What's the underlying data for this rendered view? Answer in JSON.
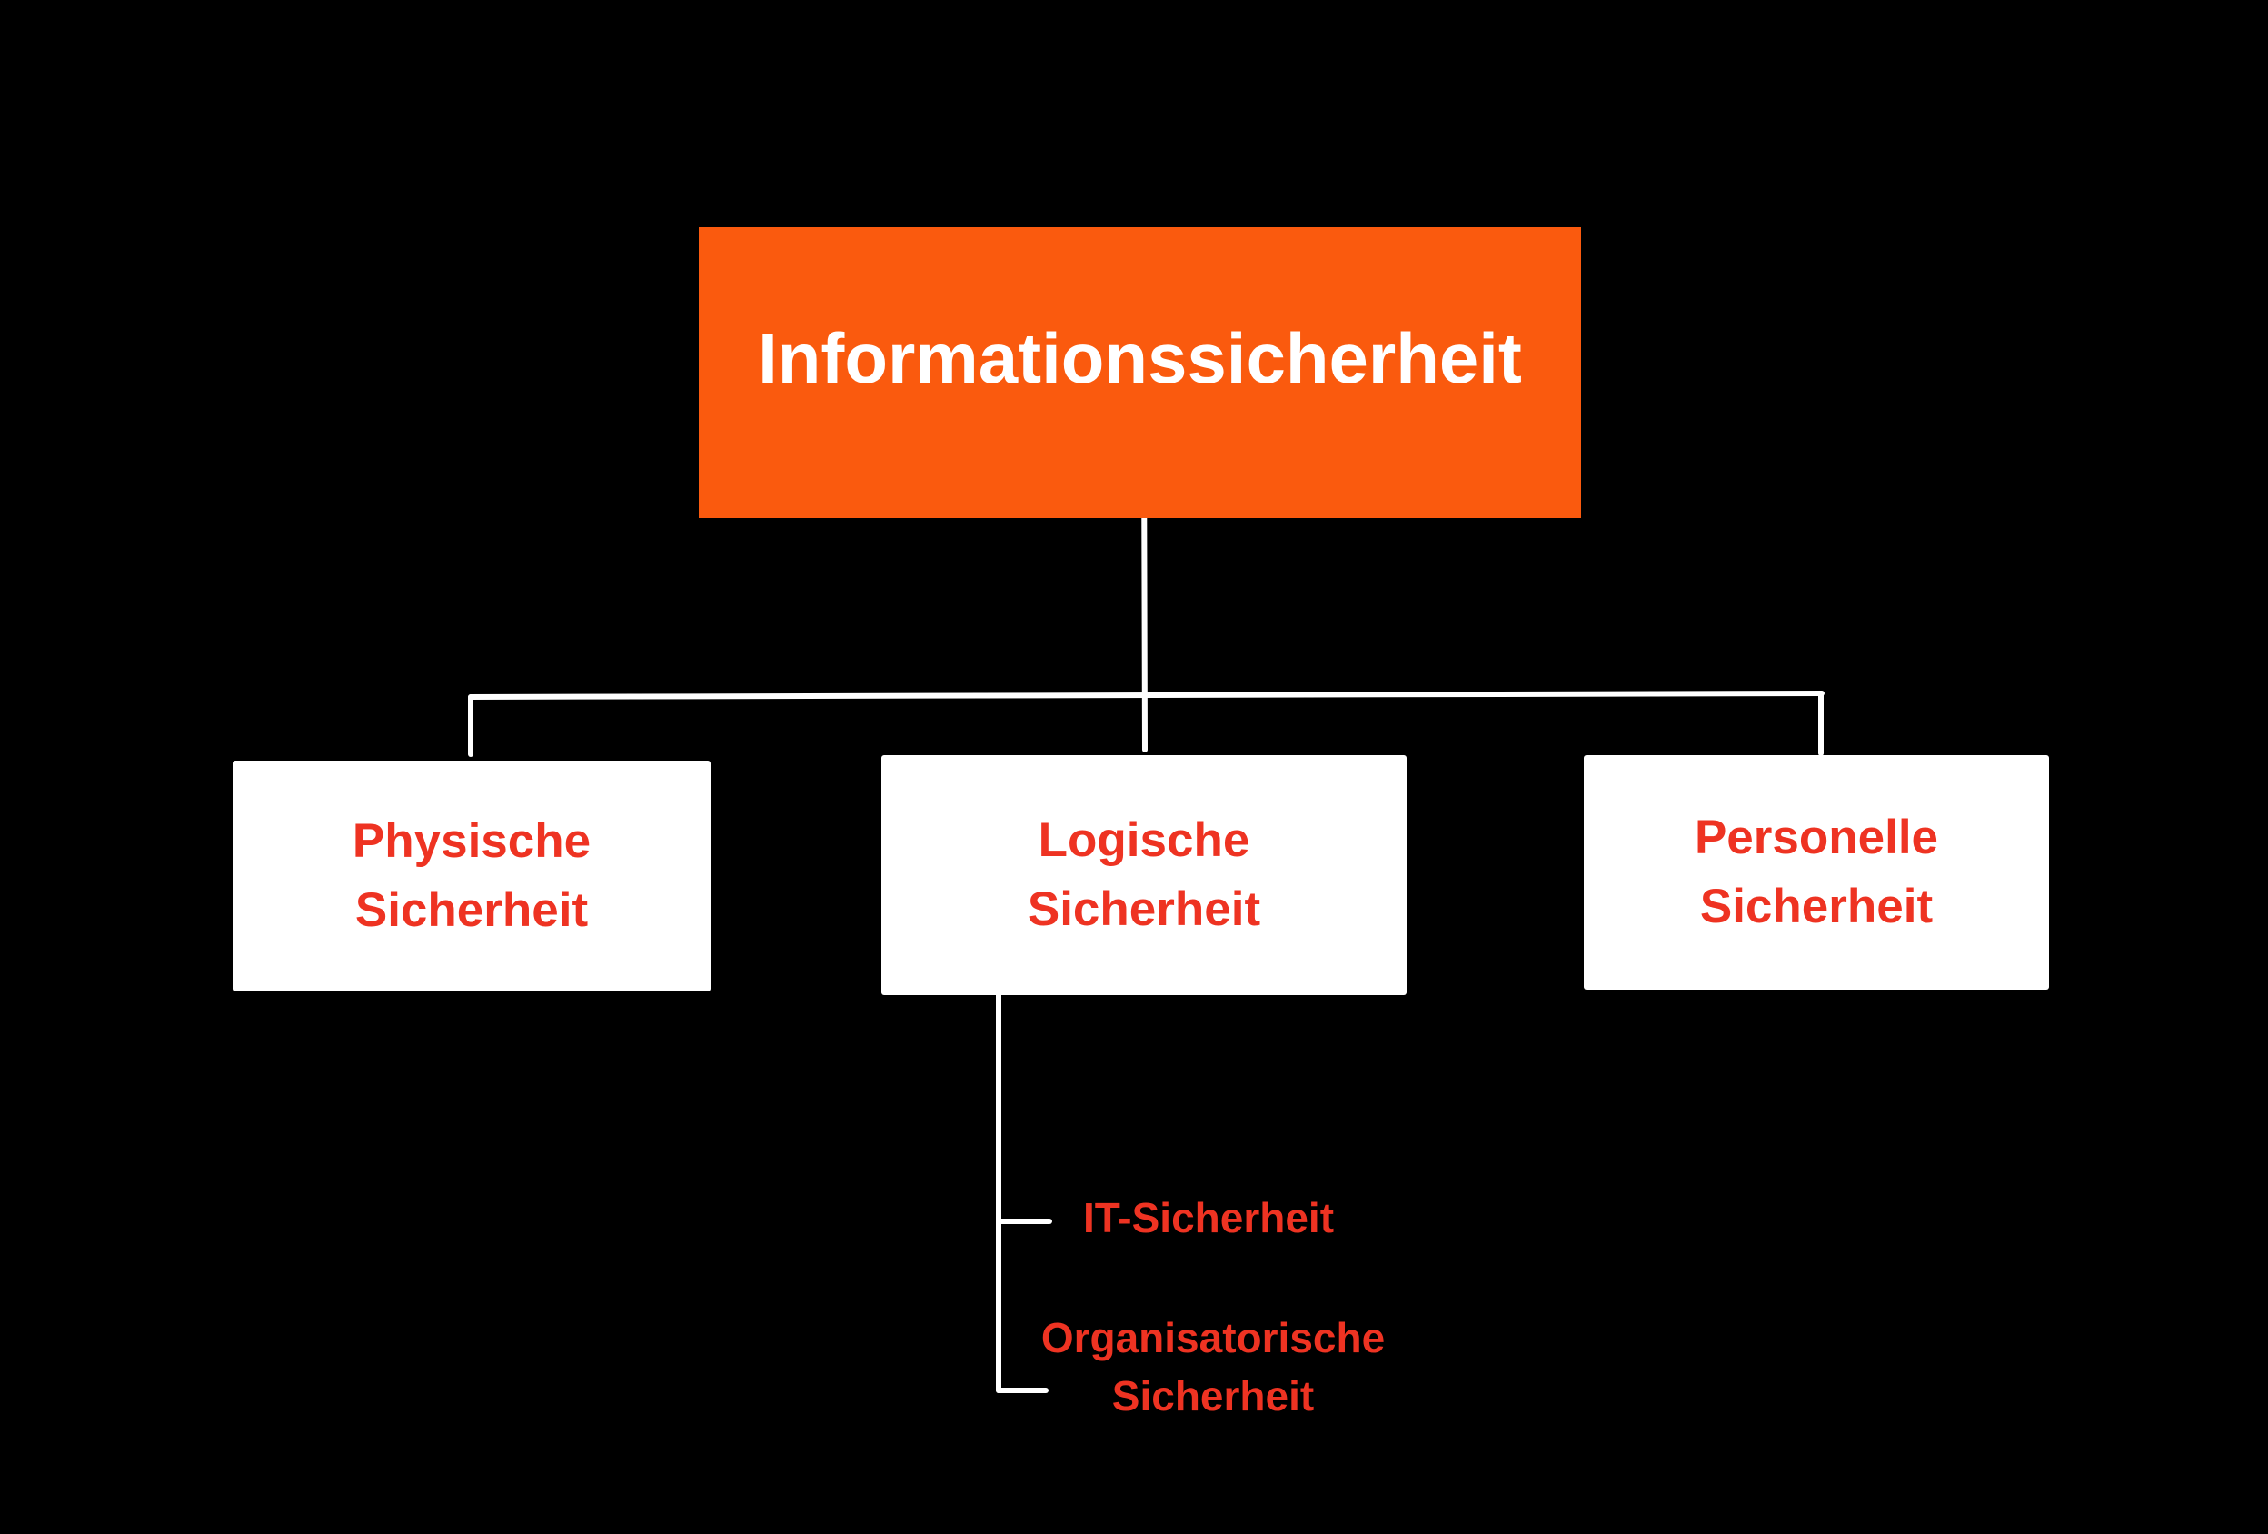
{
  "diagram": {
    "root": {
      "label": "Informationssicherheit"
    },
    "children": [
      {
        "line1": "Physische",
        "line2": "Sicherheit"
      },
      {
        "line1": "Logische",
        "line2": "Sicherheit"
      },
      {
        "line1": "Personelle",
        "line2": "Sicherheit"
      }
    ],
    "subitems": [
      {
        "line1": "IT-Sicherheit"
      },
      {
        "line1": "Organisatorische",
        "line2": "Sicherheit"
      }
    ]
  },
  "colors": {
    "background": "#000000",
    "root_fill": "#fa5a0e",
    "child_fill": "#ffffff",
    "accent_text": "#ee3322",
    "connector": "#ffffff"
  }
}
